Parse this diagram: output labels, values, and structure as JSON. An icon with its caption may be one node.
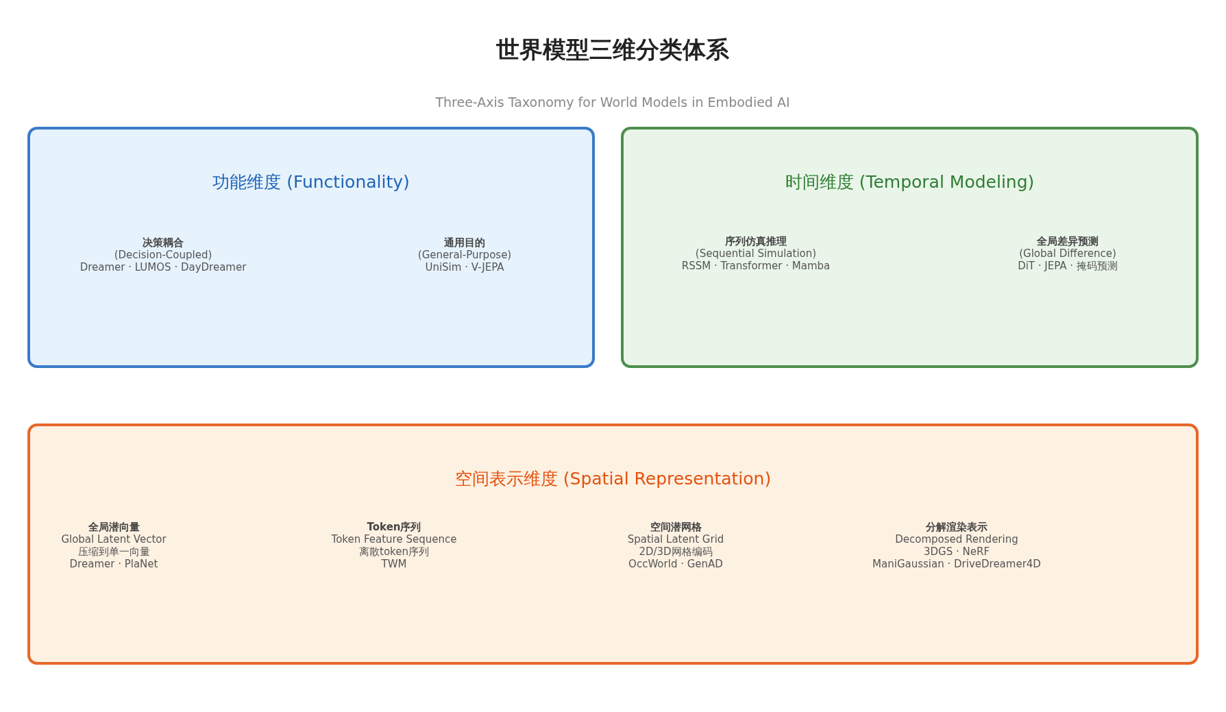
{
  "diagram": {
    "title": "世界模型三维分类体系",
    "caption": "Three-Axis Taxonomy for World Models in Embodied AI",
    "nodes": [
      {
        "text": [
          "功能维度 (Functionality)",
          "决策耦合",
          "(Decision-Coupled)",
          "Dreamer · LUMOS · DayDreamer",
          "通用目的",
          "(General-Purpose)",
          "UniSim · V-JEPA"
        ]
      },
      {
        "text": [
          "时间维度 (Temporal Modeling)",
          "序列仿真推理",
          "(Sequential Simulation)",
          "RSSM · Transformer · Mamba",
          "全局差异预测",
          "(Global Difference)",
          "DiT · JEPA · 掩码预测"
        ]
      },
      {
        "text": [
          "空间表示维度 (Spatial Representation)",
          "全局潜向量",
          "Global Latent Vector",
          "压缩到单一向量",
          "Dreamer · PlaNet",
          "Token序列",
          "Token Feature Sequence",
          "离散token序列",
          "TWM",
          "空间潜网格",
          "Spatial Latent Grid",
          "2D/3D网格编码",
          "OccWorld · GenAD",
          "分解渲染表示",
          "Decomposed Rendering",
          "3DGS · NeRF",
          "ManiGaussian · DriveDreamer4D"
        ]
      }
    ],
    "edges": []
  }
}
